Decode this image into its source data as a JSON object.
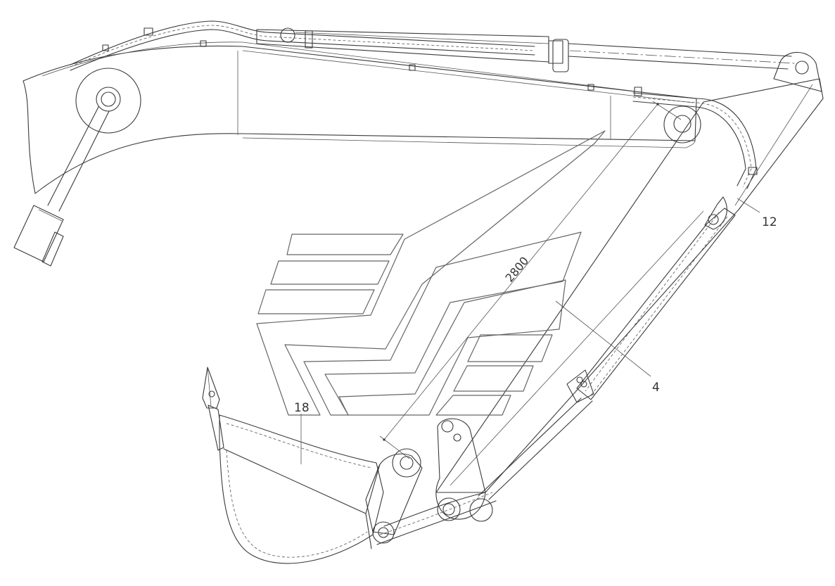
{
  "labels": {
    "part_12": "12",
    "part_4": "4",
    "part_18": "18",
    "dimension": "2800"
  }
}
